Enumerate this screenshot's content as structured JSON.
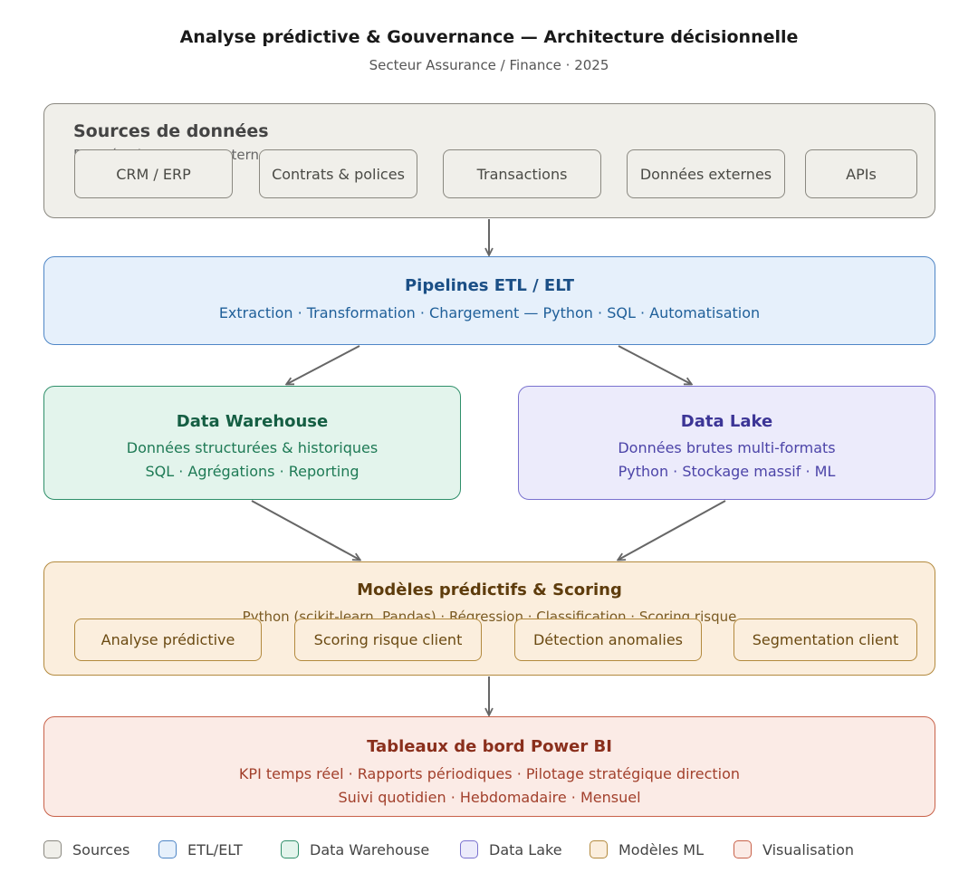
{
  "title": "Analyse prédictive & Gouvernance — Architecture décisionnelle",
  "subtitle": "Secteur Assurance / Finance · 2025",
  "sources": {
    "title": "Sources de données",
    "subtitle": "Données internes et externes",
    "chips": [
      "CRM / ERP",
      "Contrats & polices",
      "Transactions",
      "Données externes",
      "APIs"
    ]
  },
  "etl": {
    "title": "Pipelines ETL / ELT",
    "line1": "Extraction · Transformation · Chargement — Python · SQL · Automatisation"
  },
  "warehouse": {
    "title": "Data Warehouse",
    "line1": "Données structurées & historiques",
    "line2": "SQL · Agrégations · Reporting"
  },
  "lake": {
    "title": "Data Lake",
    "line1": "Données brutes multi-formats",
    "line2": "Python · Stockage massif · ML"
  },
  "models": {
    "title": "Modèles prédictifs & Scoring",
    "line1": "Python (scikit-learn, Pandas) · Régression · Classification · Scoring risque",
    "chips": [
      "Analyse prédictive",
      "Scoring risque client",
      "Détection anomalies",
      "Segmentation client"
    ]
  },
  "viz": {
    "title": "Tableaux de bord Power BI",
    "line1": "KPI temps réel · Rapports périodiques · Pilotage stratégique direction",
    "line2": "Suivi quotidien · Hebdomadaire · Mensuel"
  },
  "legend": [
    {
      "label": "Sources",
      "fill": "#f0efea",
      "stroke": "#8a8880"
    },
    {
      "label": "ETL/ELT",
      "fill": "#e6f0fb",
      "stroke": "#4f86c6"
    },
    {
      "label": "Data Warehouse",
      "fill": "#e3f4ec",
      "stroke": "#2f8f6a"
    },
    {
      "label": "Data Lake",
      "fill": "#ecebfb",
      "stroke": "#7a72cf"
    },
    {
      "label": "Modèles ML",
      "fill": "#fbeedd",
      "stroke": "#b38a3e"
    },
    {
      "label": "Visualisation",
      "fill": "#fbebe6",
      "stroke": "#c8624a"
    }
  ],
  "colors": {
    "arrow": "#666666",
    "etl_text": "#1f5f99",
    "warehouse_text": "#1e7a55",
    "lake_text": "#4c44a8",
    "models_text": "#6b4a12",
    "viz_text": "#a2402c"
  }
}
